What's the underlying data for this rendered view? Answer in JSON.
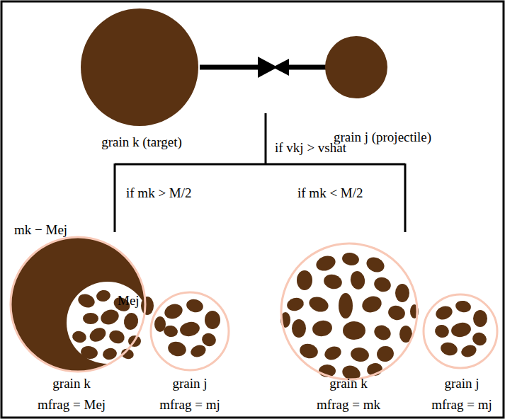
{
  "diagram": {
    "nodes": [
      {
        "text": [
          "grain k (target)"
        ]
      },
      {
        "text": [
          "grain j (projectile)"
        ]
      },
      {
        "text": [
          "grain k",
          "mfrag = Mej"
        ]
      },
      {
        "text": [
          "grain j",
          "mfrag = mj"
        ]
      },
      {
        "text": [
          "grain k",
          "mfrag = mk"
        ]
      },
      {
        "text": [
          "grain j",
          "mfrag = mj"
        ]
      }
    ],
    "labels": [
      "if vkj > vshat",
      "if mk > M/2",
      "if mk < M/2",
      "mk − Mej",
      "Mej"
    ]
  }
}
